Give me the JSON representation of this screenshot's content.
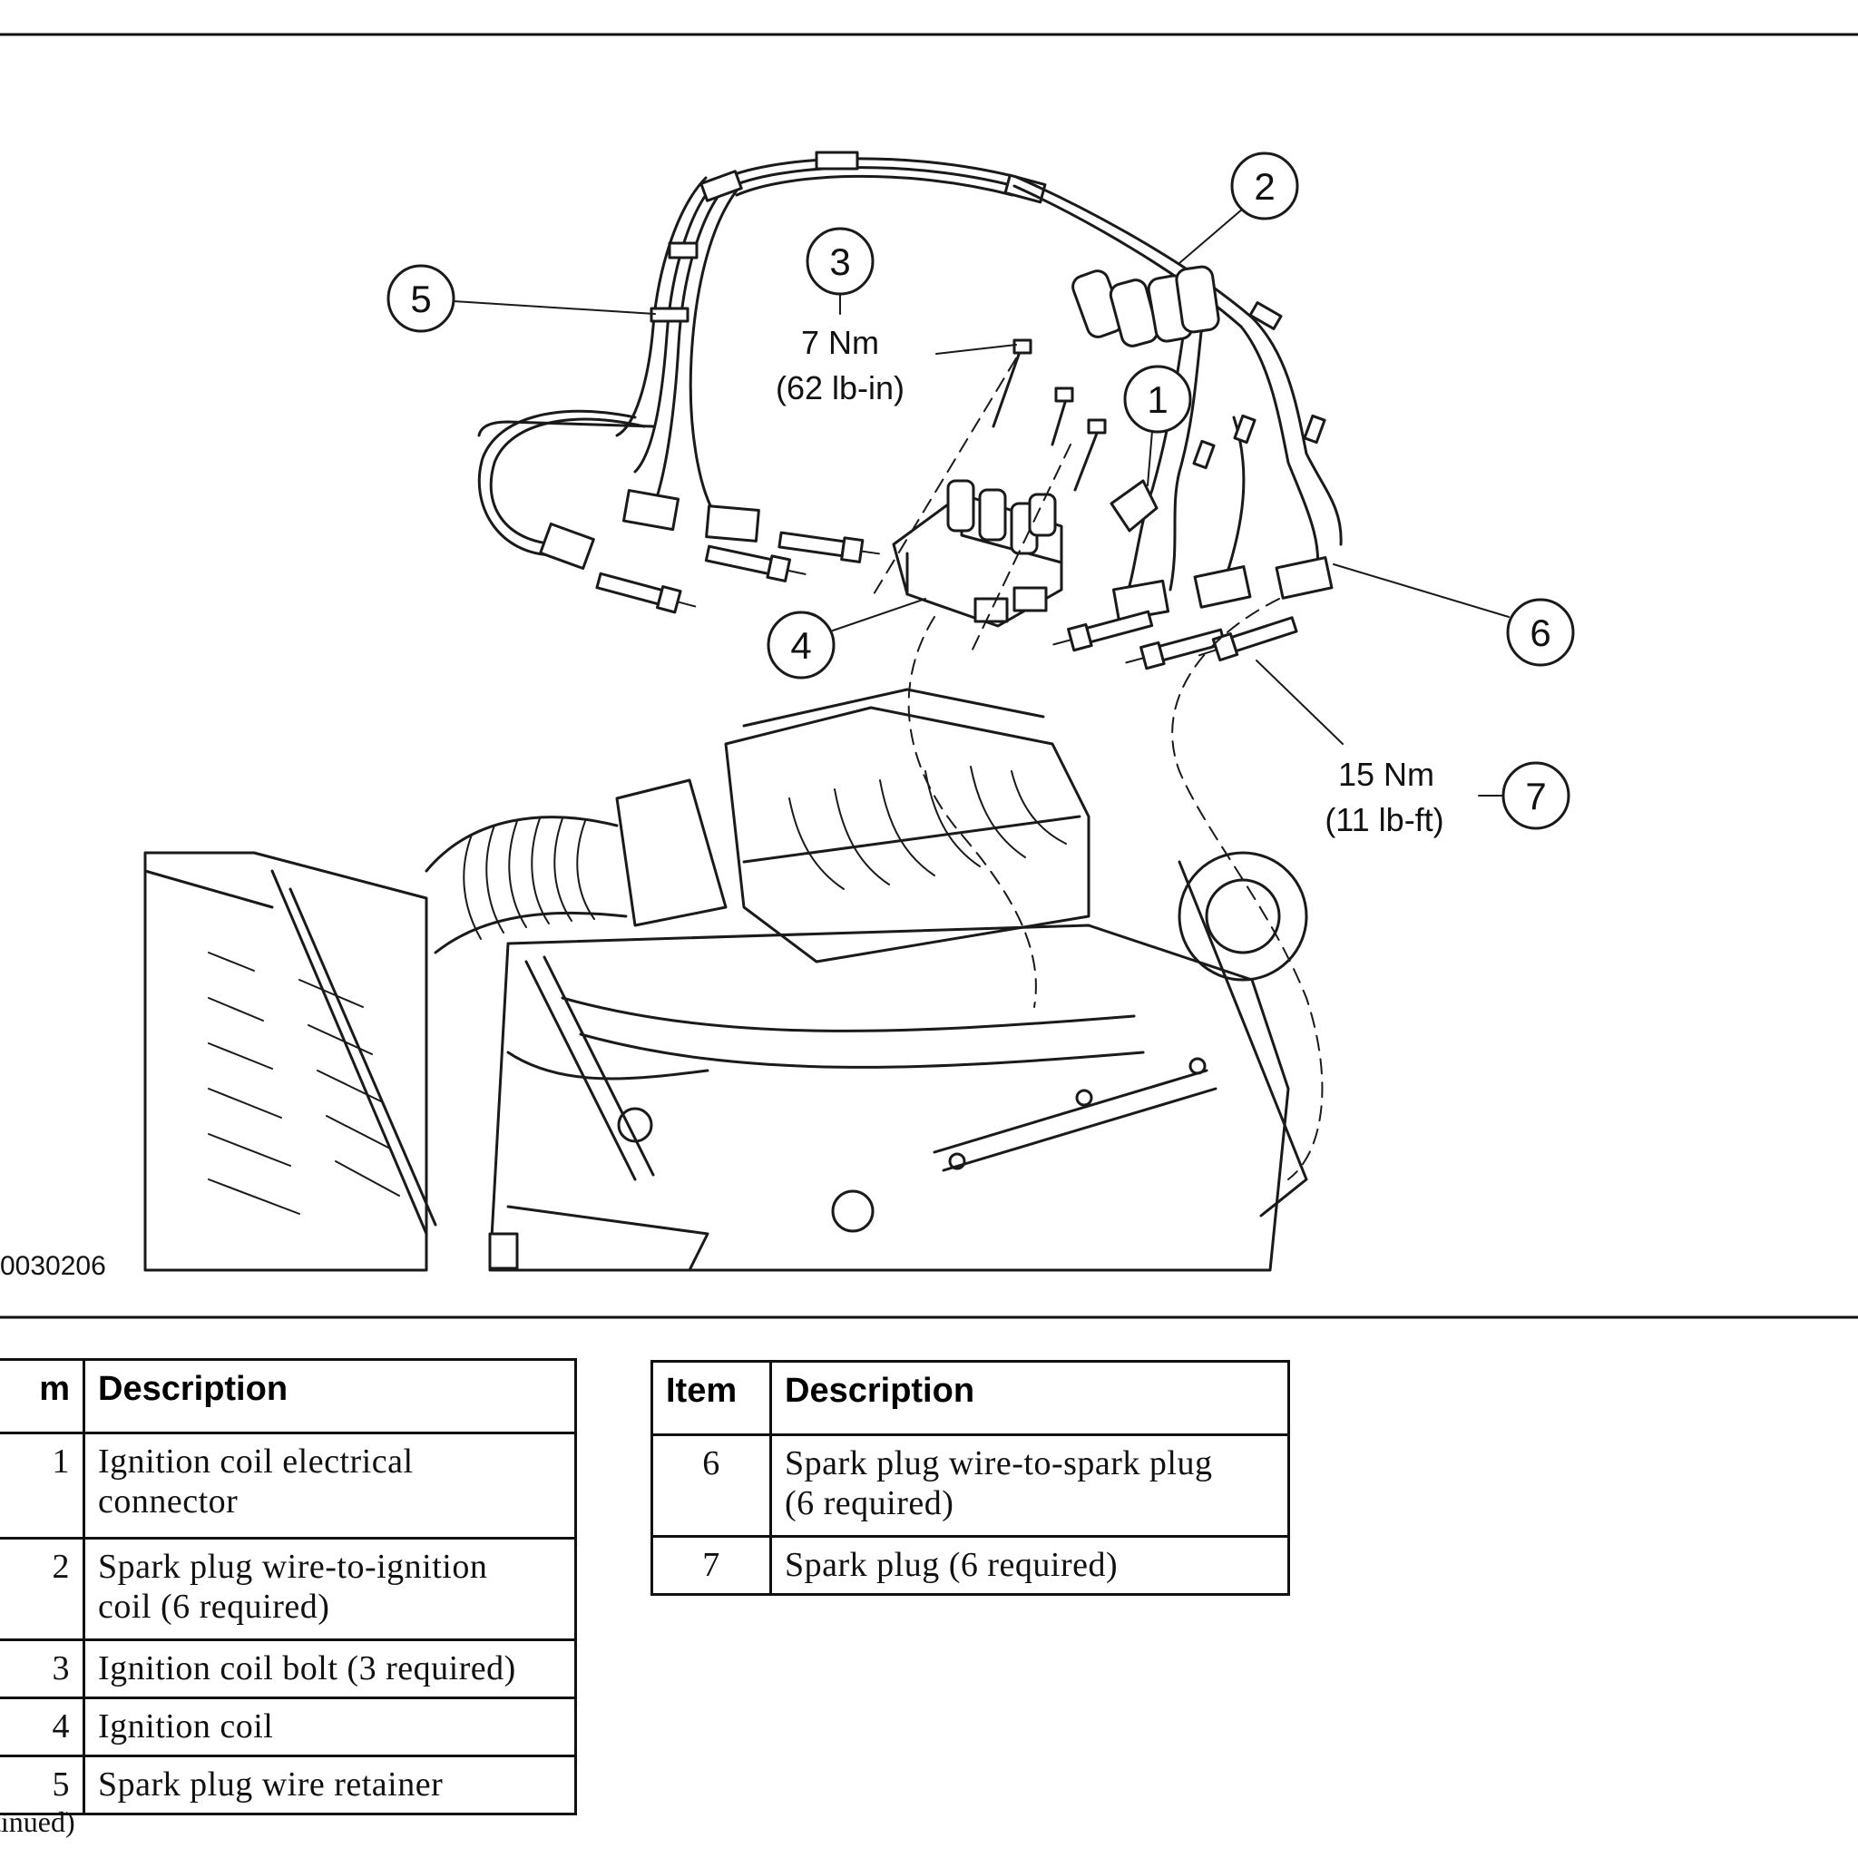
{
  "figure": {
    "id": "0030206",
    "callouts": [
      {
        "num": "1"
      },
      {
        "num": "2"
      },
      {
        "num": "3"
      },
      {
        "num": "4"
      },
      {
        "num": "5"
      },
      {
        "num": "6"
      },
      {
        "num": "7"
      }
    ],
    "torque_3": {
      "line1": "7 Nm",
      "line2": "(62 lb-in)"
    },
    "torque_7": {
      "line1": "15 Nm",
      "line2": "(11 lb-ft)"
    }
  },
  "legend": {
    "left": {
      "header_item": "m",
      "header_desc": "Description",
      "rows": [
        {
          "item": "1",
          "desc_l1": "Ignition coil electrical",
          "desc_l2": "connector"
        },
        {
          "item": "2",
          "desc_l1": "Spark plug wire-to-ignition",
          "desc_l2": "coil (6 required)"
        },
        {
          "item": "3",
          "desc_l1": "Ignition coil bolt (3 required)",
          "desc_l2": ""
        },
        {
          "item": "4",
          "desc_l1": "Ignition coil",
          "desc_l2": ""
        },
        {
          "item": "5",
          "desc_l1": "Spark plug wire retainer",
          "desc_l2": ""
        }
      ]
    },
    "right": {
      "header_item": "Item",
      "header_desc": "Description",
      "rows": [
        {
          "item": "6",
          "desc_l1": "Spark plug wire-to-spark plug",
          "desc_l2": "(6 required)"
        },
        {
          "item": "7",
          "desc_l1": "Spark plug (6 required)",
          "desc_l2": ""
        }
      ]
    }
  },
  "footnote": "tinued)"
}
